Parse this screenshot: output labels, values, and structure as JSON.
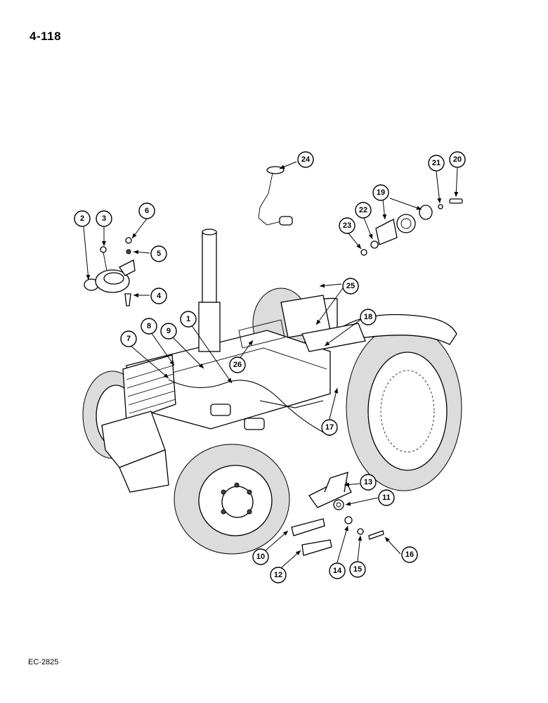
{
  "page": {
    "number": "4-118",
    "figure_code": "EC-2825"
  },
  "callouts": [
    "1",
    "2",
    "3",
    "4",
    "5",
    "6",
    "7",
    "8",
    "9",
    "10",
    "11",
    "12",
    "13",
    "14",
    "15",
    "16",
    "17",
    "18",
    "19",
    "20",
    "21",
    "22",
    "23",
    "24",
    "25",
    "26"
  ]
}
